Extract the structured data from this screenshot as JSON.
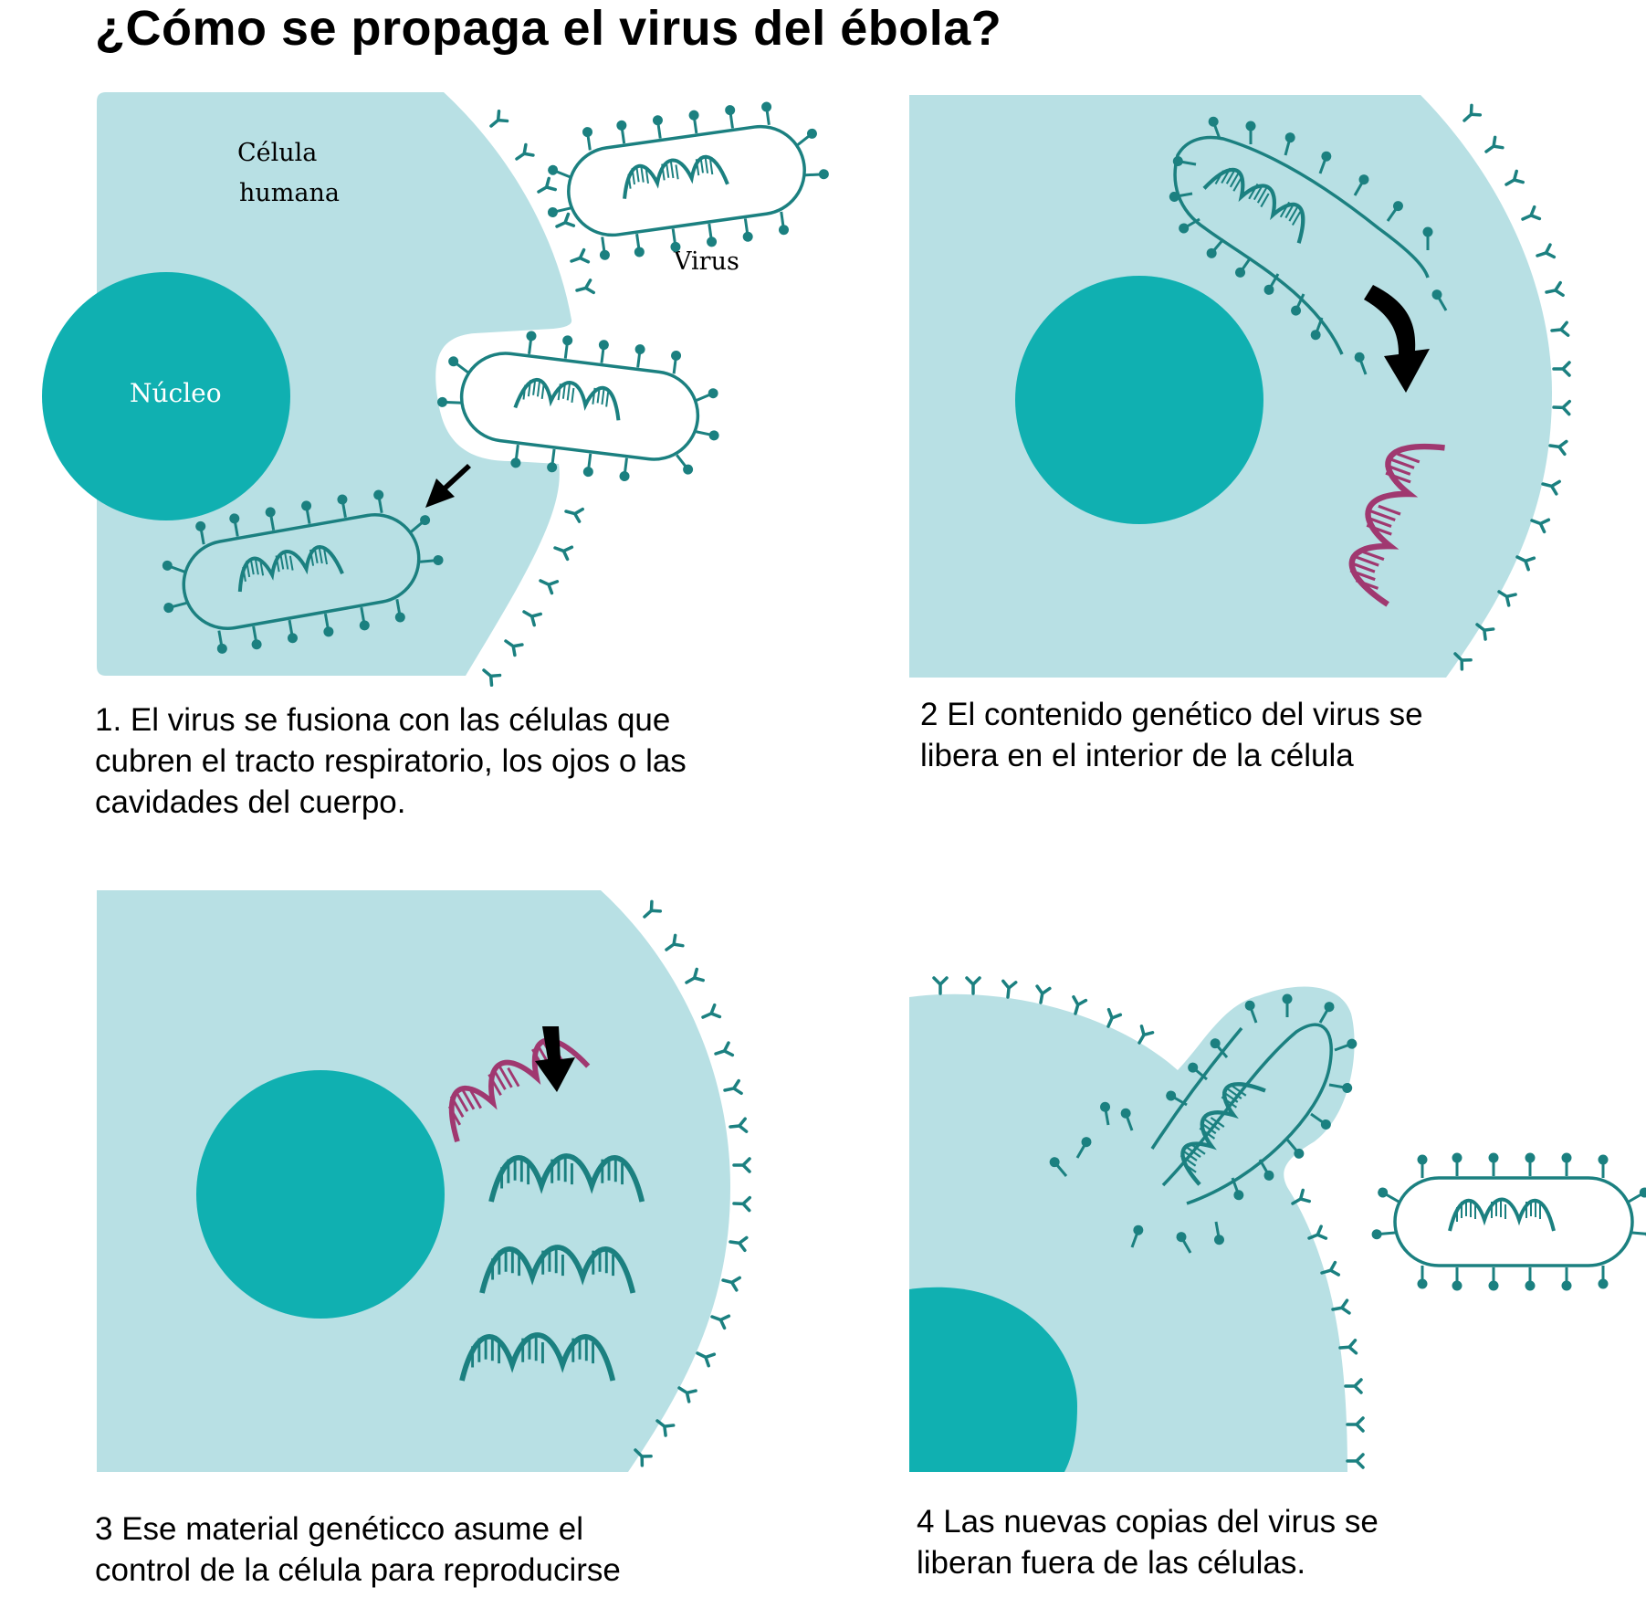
{
  "title": "¿Cómo se propaga el virus del ébola?",
  "colors": {
    "cell": "#b8e0e4",
    "nucleus": "#10b0b1",
    "virus": "#1b8080",
    "rna": "#a03870",
    "arrow": "#000000"
  },
  "labels": {
    "cell_line1": "Célula",
    "cell_line2": "humana",
    "virus": "Virus",
    "nucleus": "Núcleo"
  },
  "steps": [
    {
      "lines": [
        "1. El virus se fusiona con las células que",
        "cubren el tracto respiratorio, los ojos o las",
        "cavidades del cuerpo."
      ]
    },
    {
      "lines": [
        "2 El contenido genético del virus se",
        "libera en el interior de la célula"
      ]
    },
    {
      "lines": [
        "3 Ese material genéticco asume el",
        "control de la célula para reproducirse"
      ]
    },
    {
      "lines": [
        "4 Las nuevas copias del virus se",
        "liberan fuera de las células."
      ]
    }
  ]
}
